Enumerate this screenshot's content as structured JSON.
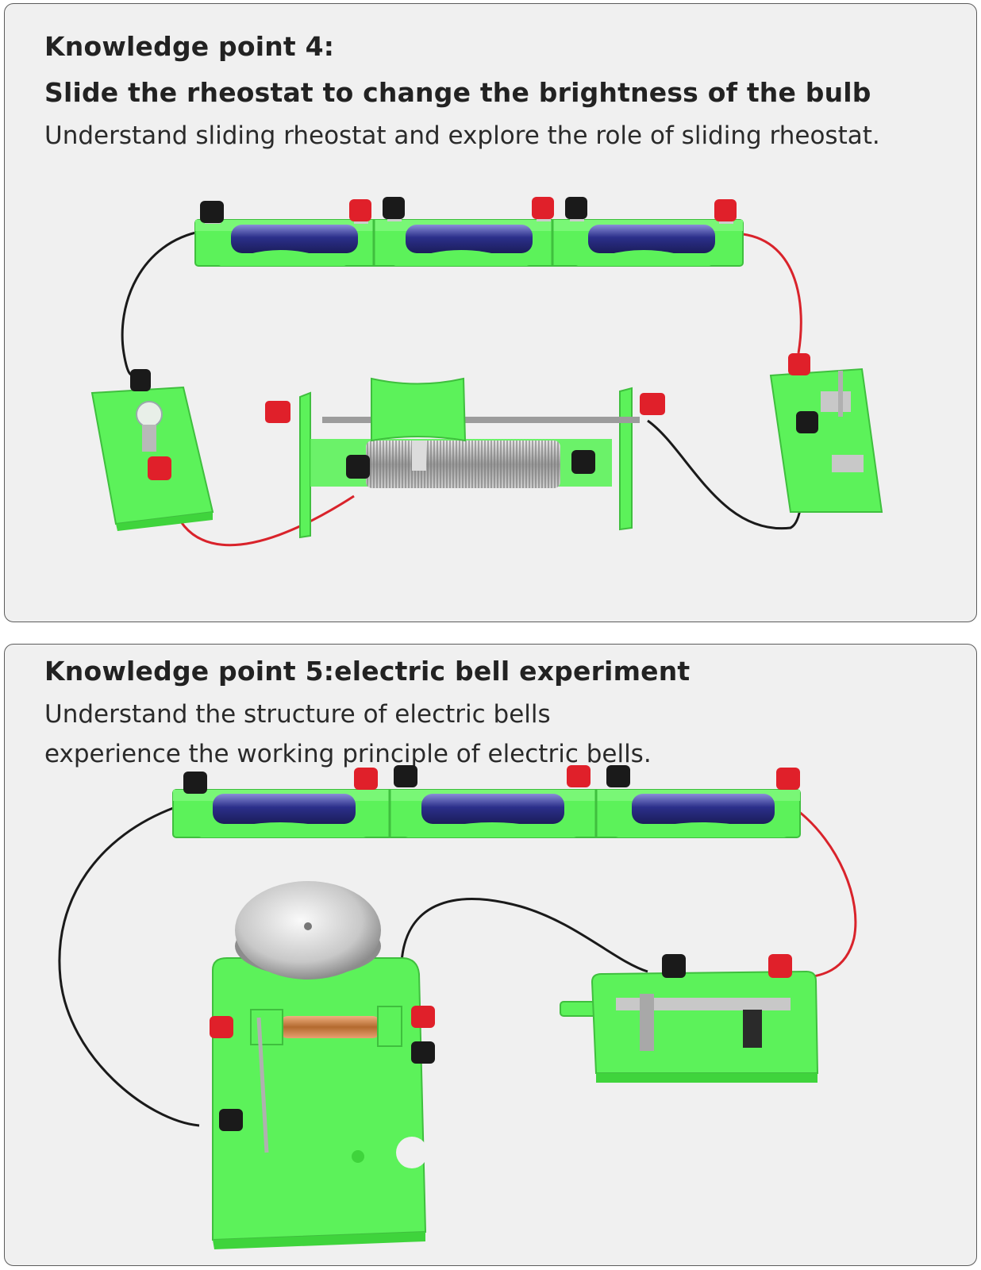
{
  "panels": [
    {
      "heading": "Knowledge point 4:",
      "title": "Slide the rheostat to change the brightness of the bulb",
      "description": "Understand sliding rheostat and explore the role of sliding rheostat."
    },
    {
      "title": "Knowledge point 5:electric bell experiment",
      "description_line1": "Understand the structure of electric bells",
      "description_line2": "experience the working principle of electric bells."
    }
  ],
  "colors": {
    "panel_bg": "#f0f0f0",
    "panel_border": "#5c5c5c",
    "module_green": "#5cf25a",
    "terminal_red": "#e0202a",
    "terminal_black": "#1a1a1a",
    "wire_red": "#d9232b",
    "wire_black": "#1a1a1a",
    "battery_blue": "#2b2f8a"
  },
  "illustrations": [
    {
      "name": "rheostat-circuit-photo",
      "components": [
        "battery-holder",
        "bulb-module",
        "sliding-rheostat",
        "switch-module"
      ]
    },
    {
      "name": "electric-bell-circuit-photo",
      "components": [
        "battery-holder",
        "electric-bell",
        "switch-module"
      ]
    }
  ]
}
